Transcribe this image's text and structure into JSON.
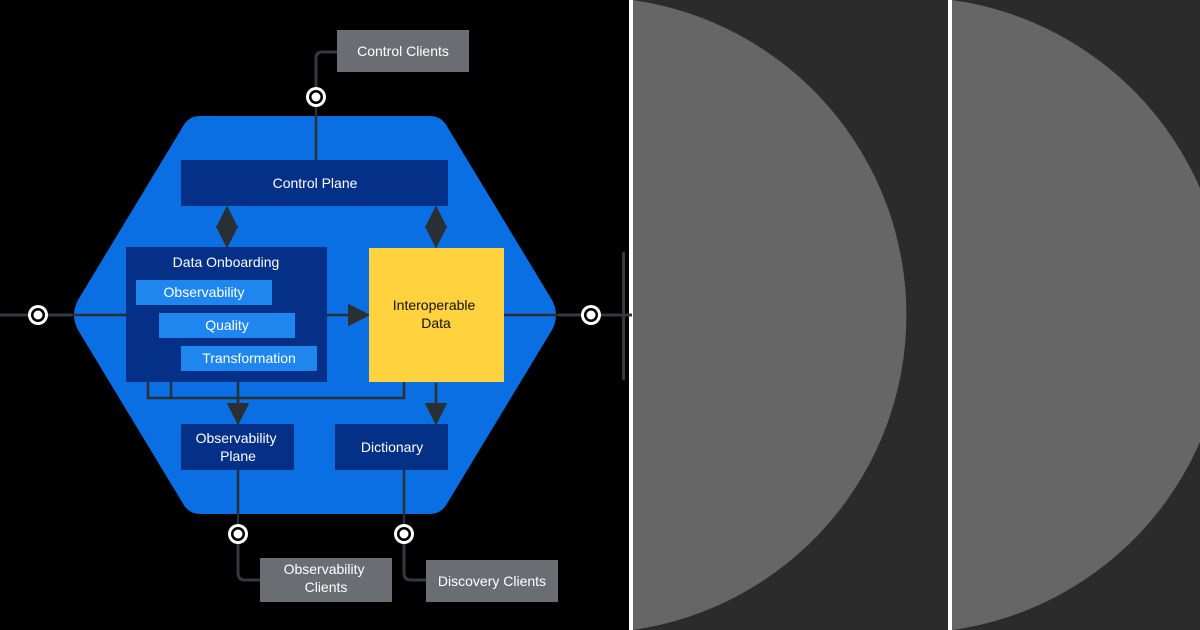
{
  "colors": {
    "background": "#000000",
    "hexagon": "#0a6fe3",
    "plane_box": "#053087",
    "sub_box": "#1f86f0",
    "interop": "#ffd23e",
    "client_box": "#6a6e72",
    "line": "#34393d",
    "connector": "#ffffff",
    "panel_bg": "#2b2b2b",
    "panel_arc": "#666666",
    "divider": "#ffffff"
  },
  "diagram": {
    "control_plane": "Control Plane",
    "data_onboarding": "Data Onboarding",
    "observability": "Observability",
    "quality": "Quality",
    "transformation": "Transformation",
    "interoperable_data": [
      "Interoperable",
      "Data"
    ],
    "observability_plane": [
      "Observability",
      "Plane"
    ],
    "dictionary": "Dictionary",
    "control_clients": "Control Clients",
    "observability_clients": [
      "Observability",
      "Clients"
    ],
    "discovery_clients": "Discovery Clients"
  }
}
